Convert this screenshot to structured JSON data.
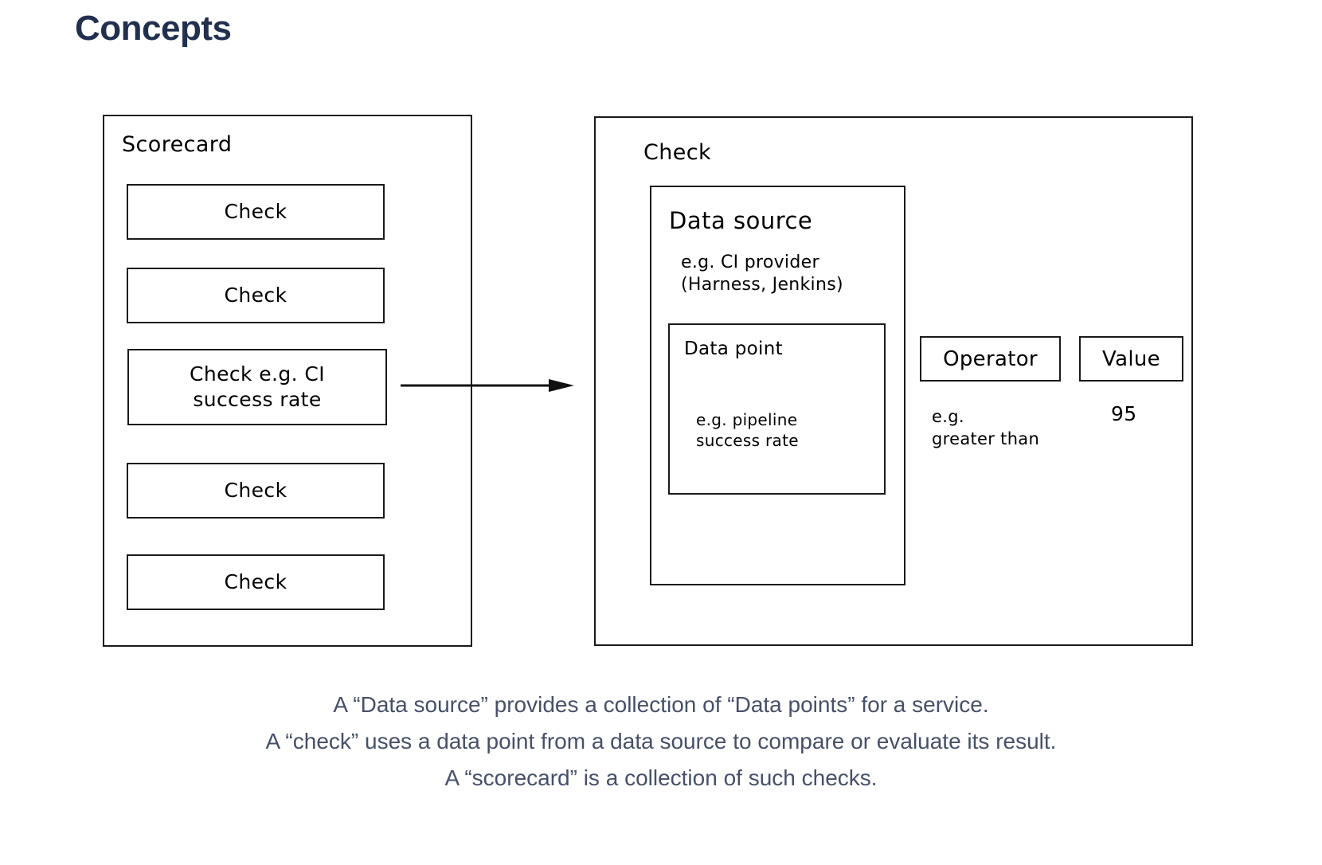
{
  "page": {
    "title": "Concepts",
    "title_color": "#22304f",
    "background": "#ffffff",
    "stroke_color": "#1a1a1a",
    "caption_color": "#465069"
  },
  "diagram": {
    "scorecard": {
      "label": "Scorecard",
      "checks": [
        {
          "label": "Check"
        },
        {
          "label": "Check"
        },
        {
          "label": "Check e.g. CI\nsuccess rate"
        },
        {
          "label": "Check"
        },
        {
          "label": "Check"
        }
      ]
    },
    "arrow": {
      "name": "arrow-right",
      "from": "scorecard-check-ci-success-rate",
      "to": "check-detail"
    },
    "check": {
      "label": "Check",
      "data_source": {
        "label": "Data source",
        "example": "e.g. CI provider\n(Harness, Jenkins)",
        "data_point": {
          "label": "Data point",
          "example": "e.g. pipeline\nsuccess rate"
        }
      },
      "operator": {
        "label": "Operator",
        "example": "e.g.\ngreater than"
      },
      "value": {
        "label": "Value",
        "amount": "95"
      }
    }
  },
  "caption": {
    "lines": [
      "A “Data source” provides a collection of “Data points” for a service.",
      "A “check” uses a data point from a data source to compare or evaluate its result.",
      "A “scorecard” is a collection of such checks."
    ]
  }
}
